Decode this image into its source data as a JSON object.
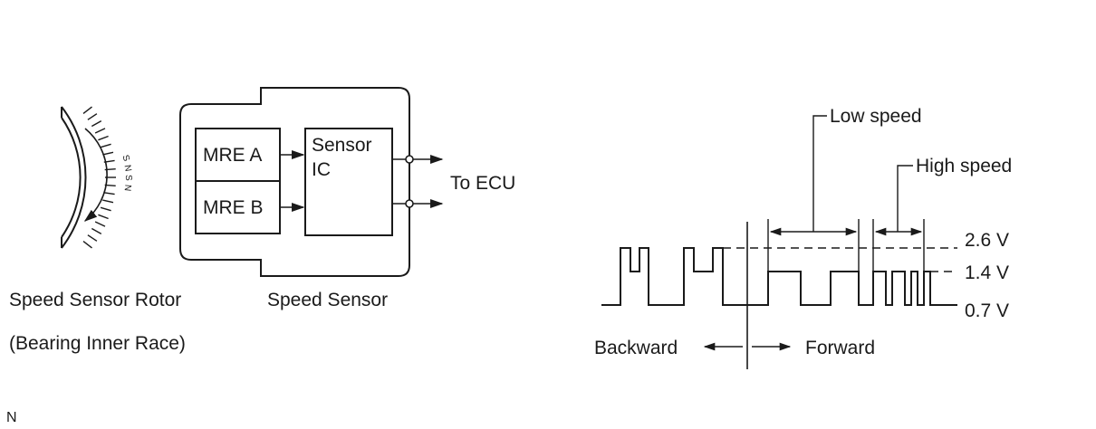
{
  "rotor": {
    "label": "Speed Sensor Rotor",
    "sublabel": "(Bearing Inner Race)",
    "magnet_letters": [
      "S",
      "N",
      "S",
      "N"
    ]
  },
  "sensor": {
    "label": "Speed Sensor",
    "mre_a": "MRE A",
    "mre_b": "MRE B",
    "ic_line1": "Sensor",
    "ic_line2": "IC",
    "output": "To ECU"
  },
  "waveform": {
    "low_speed": "Low speed",
    "high_speed": "High speed",
    "v_high": "2.6 V",
    "v_mid": "1.4 V",
    "v_low": "0.7 V",
    "backward": "Backward",
    "forward": "Forward"
  },
  "corner_mark": "N"
}
